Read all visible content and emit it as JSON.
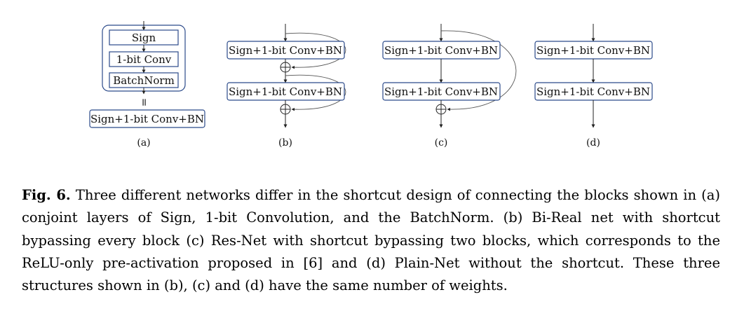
{
  "diagram": {
    "a": {
      "blocks": [
        "Sign",
        "1-bit Conv",
        "BatchNorm"
      ],
      "equals": "=",
      "combined": "Sign+1-bit Conv+BN",
      "label": "(a)"
    },
    "b": {
      "block1": "Sign+1-bit Conv+BN",
      "block2": "Sign+1-bit Conv+BN",
      "label": "(b)"
    },
    "c": {
      "block1": "Sign+1-bit Conv+BN",
      "block2": "Sign+1-bit Conv+BN",
      "label": "(c)"
    },
    "d": {
      "block1": "Sign+1-bit Conv+BN",
      "block2": "Sign+1-bit Conv+BN",
      "label": "(d)"
    }
  },
  "caption": {
    "prefix": "Fig. 6.",
    "text": "Three different networks differ in the shortcut design of connecting the blocks shown in (a) conjoint layers of Sign, 1-bit Convolution, and the BatchNorm. (b) Bi-Real net with shortcut bypassing every block (c) Res-Net with shortcut bypassing two blocks, which corresponds to the ReLU-only pre-activation proposed in [6] and (d) Plain-Net without the shortcut. These three structures shown in (b), (c) and (d) have the same number of weights."
  }
}
